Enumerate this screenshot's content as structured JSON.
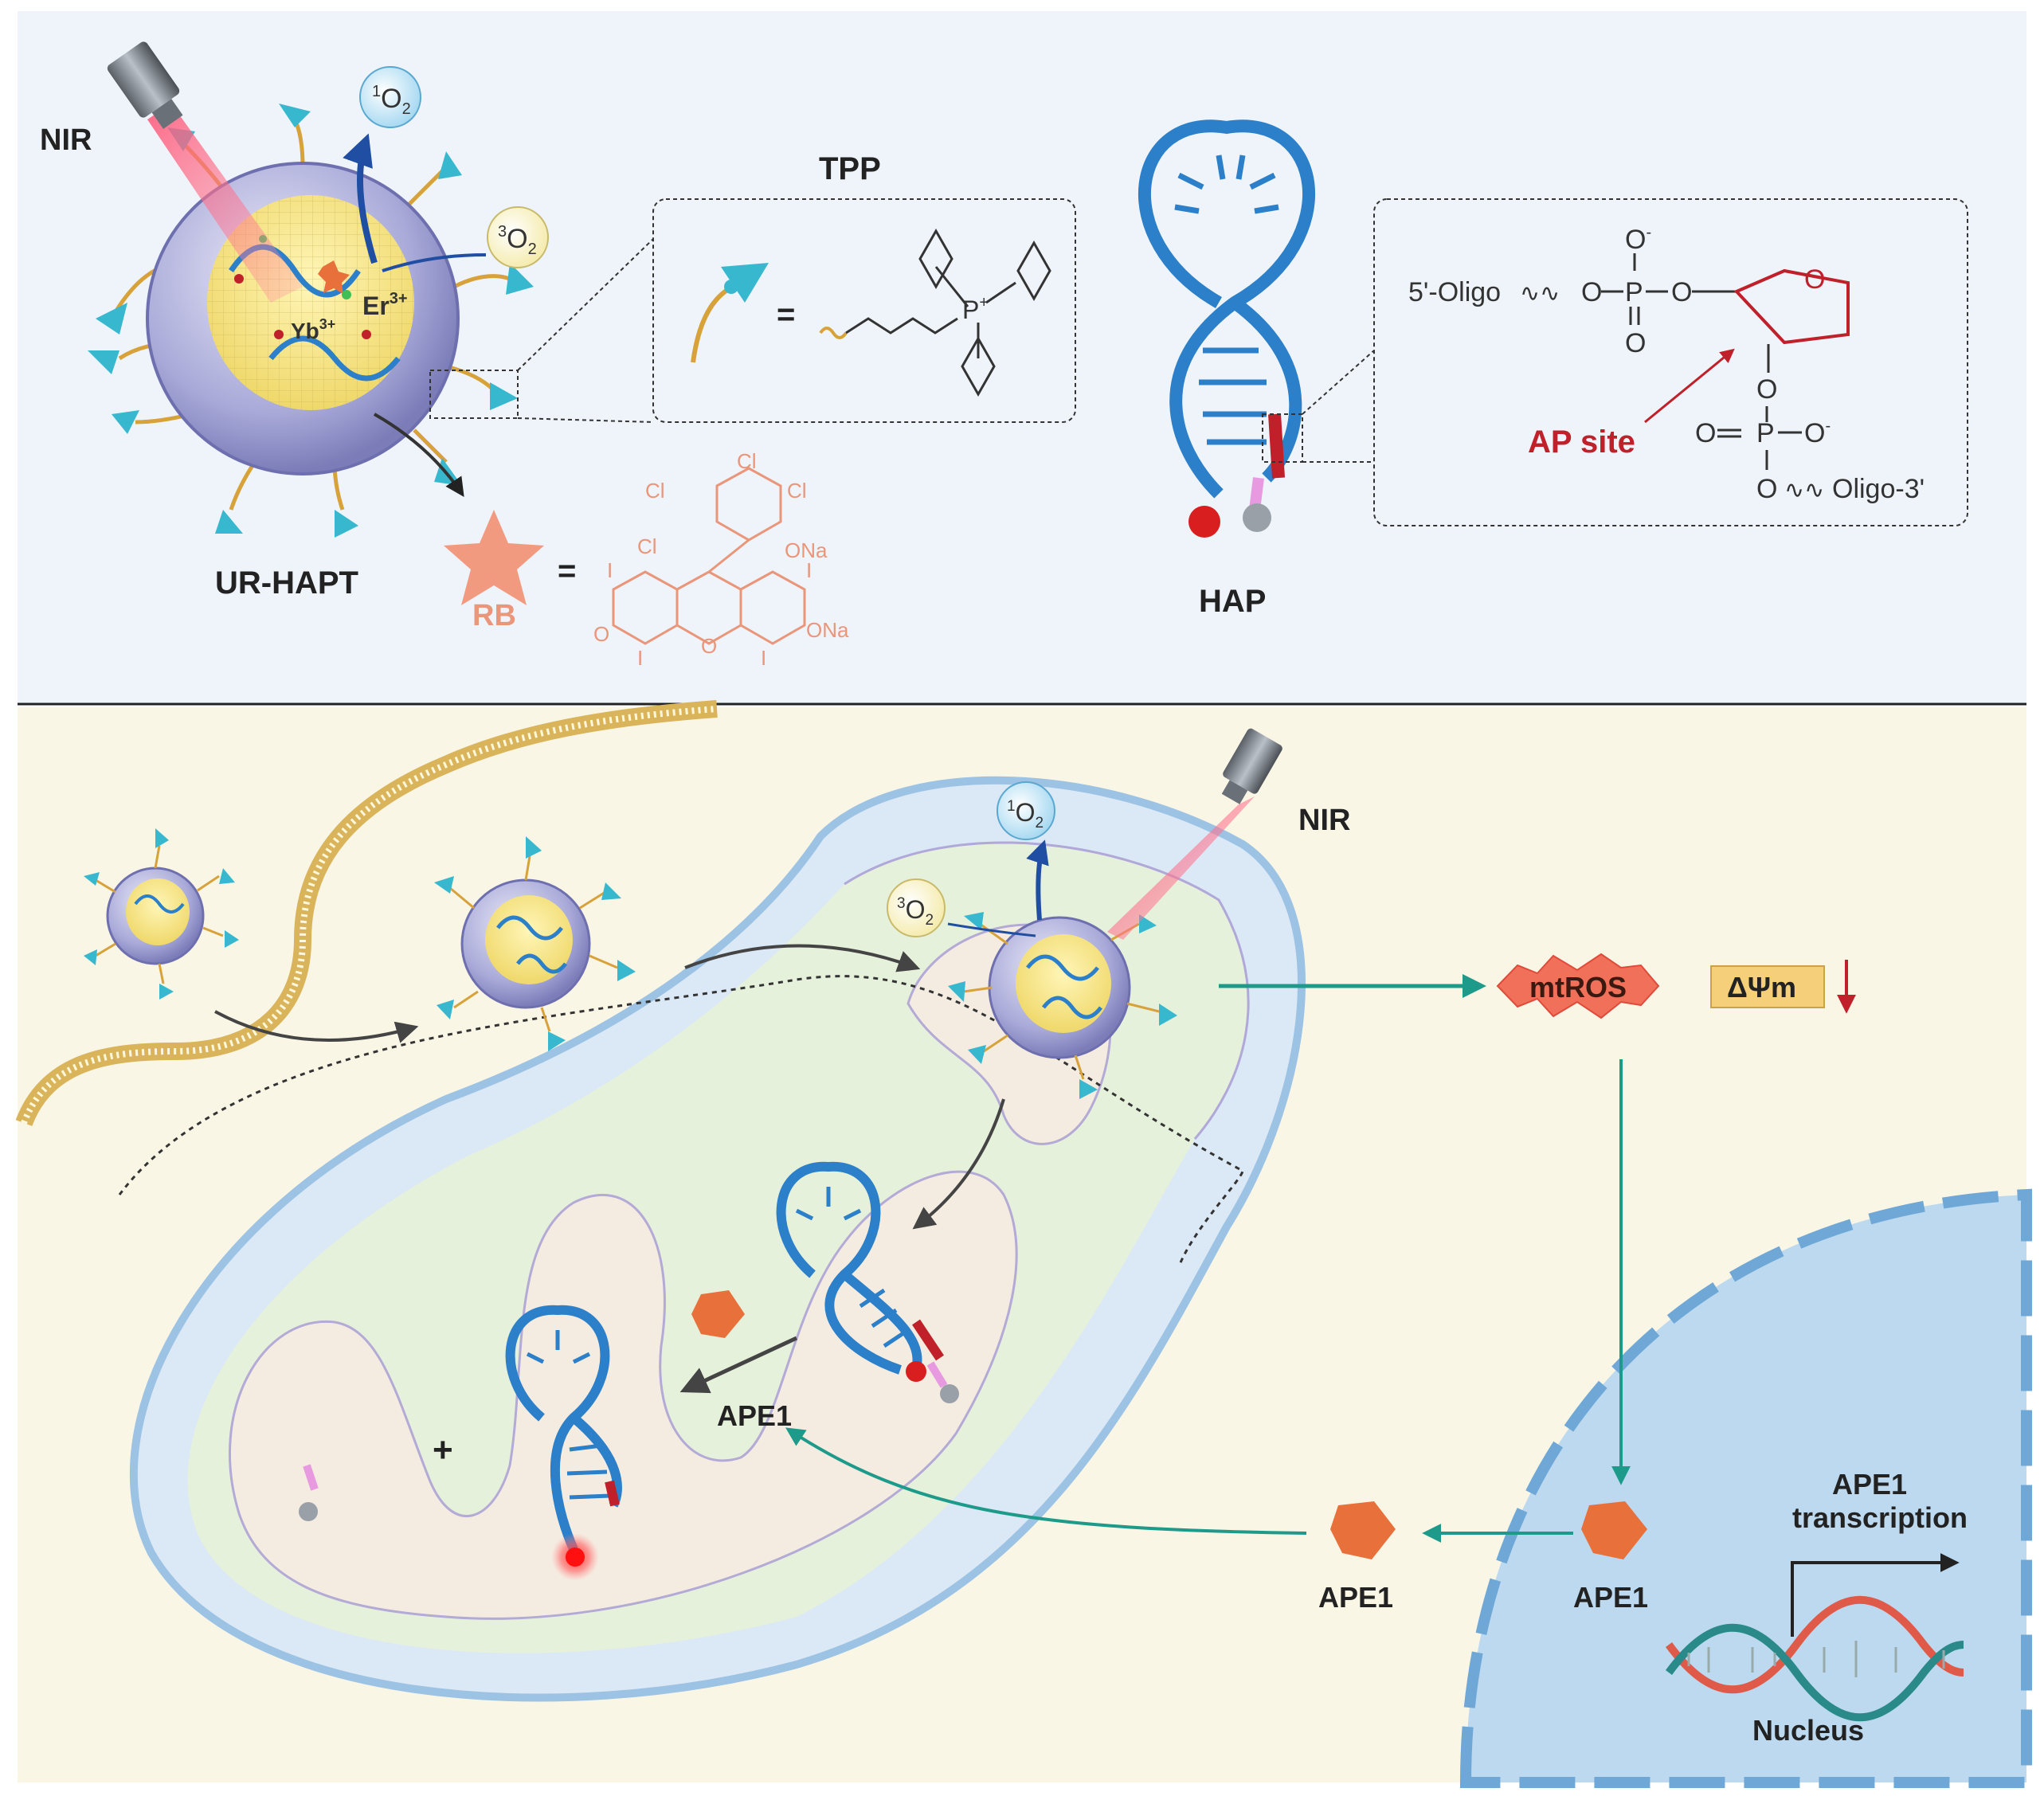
{
  "top_panel": {
    "nir": "NIR",
    "singlet_o2": {
      "base": "O",
      "sup": "1",
      "sub": "2"
    },
    "triplet_o2": {
      "base": "O",
      "sup": "3",
      "sub": "2"
    },
    "er_ion": {
      "base": "Er",
      "sup": "3+"
    },
    "yb_ion": {
      "base": "Yb",
      "sup": "3+"
    },
    "nanoparticle_label": "UR-HAPT",
    "tpp_title": "TPP",
    "tpp_equals": "=",
    "tpp_phosphorus": {
      "base": "P",
      "sup": "+"
    },
    "rb_label": "RB",
    "rb_equals": "=",
    "rb_structure": {
      "cl": "Cl",
      "ona_top": "ONa",
      "i": "I",
      "o_ketone": "O",
      "o_ring": "O",
      "ona_bottom": "ONa"
    },
    "hap_label": "HAP",
    "ap_inset": {
      "five_prime": "5'-Oligo",
      "three_prime": "Oligo-3'",
      "o": "O",
      "o_minus": {
        "base": "O",
        "sup": "-"
      },
      "p": "P",
      "ap_site": "AP site",
      "wavy": "∿∿"
    }
  },
  "bottom_panel": {
    "nir": "NIR",
    "singlet_o2": {
      "base": "O",
      "sup": "1",
      "sub": "2"
    },
    "triplet_o2": {
      "base": "O",
      "sup": "3",
      "sub": "2"
    },
    "mtros": "mtROS",
    "delta_psi": "ΔΨm",
    "ape1_mito": "APE1",
    "ape1_cyto": "APE1",
    "ape1_nucleus": "APE1",
    "transcription_line1": "APE1",
    "transcription_line2": "transcription",
    "nucleus": "Nucleus",
    "plus": "+"
  },
  "colors": {
    "panel_top_bg": "#eef4fa",
    "panel_bottom_bg": "#faf6e6",
    "membrane": "#d9b45a",
    "mito_outer": "#dbe8f5",
    "mito_matrix": "#e6f1dc",
    "dna_blue": "#2c7fc9",
    "teal_arrow": "#1e9a8a",
    "ape1_orange": "#e8703a",
    "ap_red": "#c0202a",
    "nucleus_blue": "#bcd9ef"
  }
}
